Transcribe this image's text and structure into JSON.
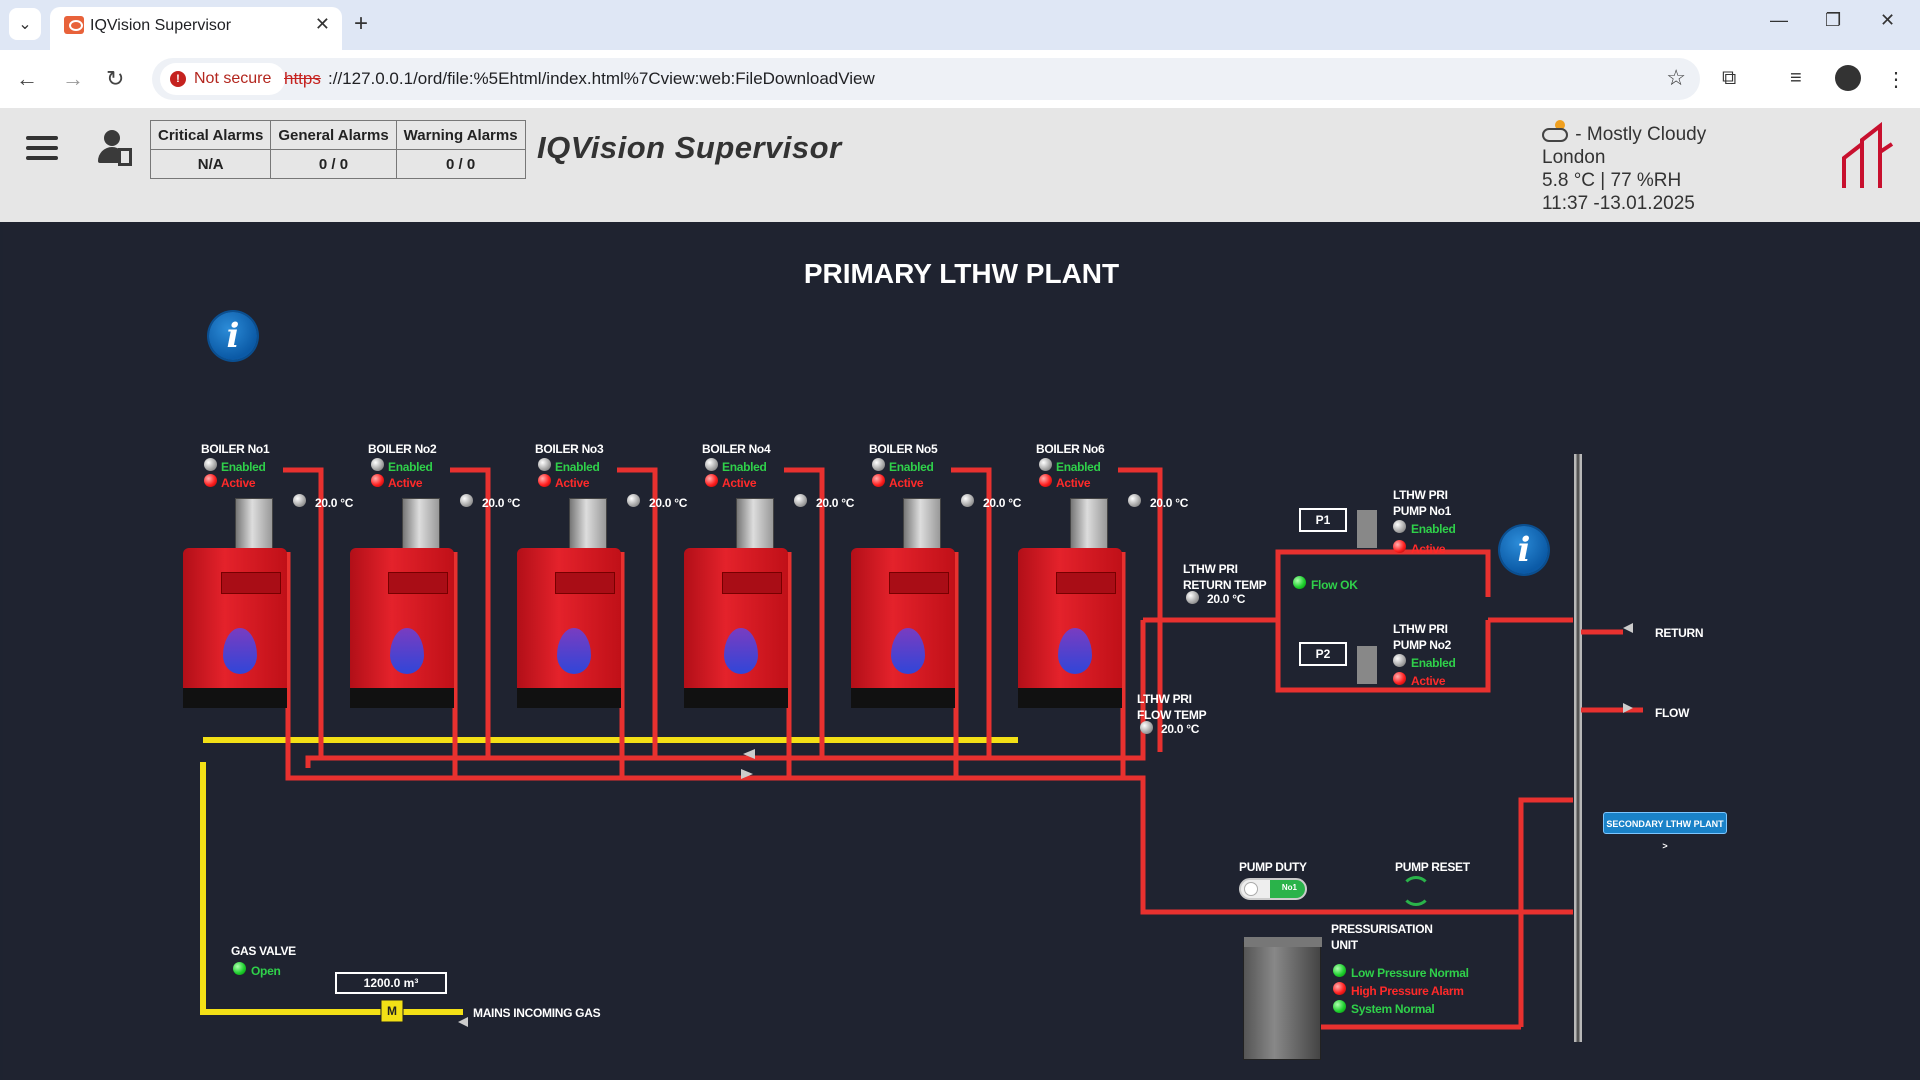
{
  "browser": {
    "tab_title": "IQVision Supervisor",
    "not_secure": "Not secure",
    "url_scheme": "https",
    "url_rest": "://127.0.0.1/ord/file:%5Ehtml/index.html%7Cview:web:FileDownloadView"
  },
  "header": {
    "alarms": {
      "critical_label": "Critical Alarms",
      "general_label": "General Alarms",
      "warning_label": "Warning Alarms",
      "critical_value": "N/A",
      "general_value": "0 / 0",
      "warning_value": "0 / 0"
    },
    "app_title": "IQVision Supervisor",
    "weather": {
      "condition": "- Mostly Cloudy",
      "location": "London",
      "conditions_line": "5.8 °C | 77 %RH",
      "datetime": "11:37 -13.01.2025"
    }
  },
  "plant": {
    "title": "PRIMARY LTHW PLANT",
    "boilers": [
      {
        "name": "BOILER No1",
        "enabled": "Enabled",
        "active": "Active",
        "temp": "20.0 °C"
      },
      {
        "name": "BOILER No2",
        "enabled": "Enabled",
        "active": "Active",
        "temp": "20.0 °C"
      },
      {
        "name": "BOILER No3",
        "enabled": "Enabled",
        "active": "Active",
        "temp": "20.0 °C"
      },
      {
        "name": "BOILER No4",
        "enabled": "Enabled",
        "active": "Active",
        "temp": "20.0 °C"
      },
      {
        "name": "BOILER No5",
        "enabled": "Enabled",
        "active": "Active",
        "temp": "20.0 °C"
      },
      {
        "name": "BOILER No6",
        "enabled": "Enabled",
        "active": "Active",
        "temp": "20.0 °C"
      }
    ],
    "return_temp": {
      "label_1": "LTHW PRI",
      "label_2": "RETURN TEMP",
      "value": "20.0 °C"
    },
    "flow_temp": {
      "label_1": "LTHW PRI",
      "label_2": "FLOW TEMP",
      "value": "20.0 °C"
    },
    "pump1": {
      "tag": "P1",
      "label_1": "LTHW PRI",
      "label_2": "PUMP No1",
      "enabled": "Enabled",
      "active": "Active"
    },
    "pump2": {
      "tag": "P2",
      "label_1": "LTHW PRI",
      "label_2": "PUMP No2",
      "enabled": "Enabled",
      "active": "Active"
    },
    "flow_ok": "Flow OK",
    "pump_duty": {
      "label": "PUMP DUTY",
      "value": "No1"
    },
    "pump_reset": "PUMP RESET",
    "return_label": "RETURN",
    "flow_label": "FLOW",
    "secondary_link": "SECONDARY LTHW PLANT >",
    "pressurisation": {
      "label_1": "PRESSURISATION",
      "label_2": "UNIT",
      "low": "Low Pressure Normal",
      "high": "High Pressure Alarm",
      "system": "System Normal"
    },
    "gas_valve": {
      "label": "GAS VALVE",
      "state": "Open"
    },
    "gas_meter": {
      "value": "1200.0 m³",
      "meter_symbol": "M"
    },
    "mains_gas": "MAINS INCOMING GAS"
  },
  "colors": {
    "pipe_hot": "#e8312f",
    "pipe_gas": "#f3e016",
    "canvas_bg": "#1f2330"
  }
}
